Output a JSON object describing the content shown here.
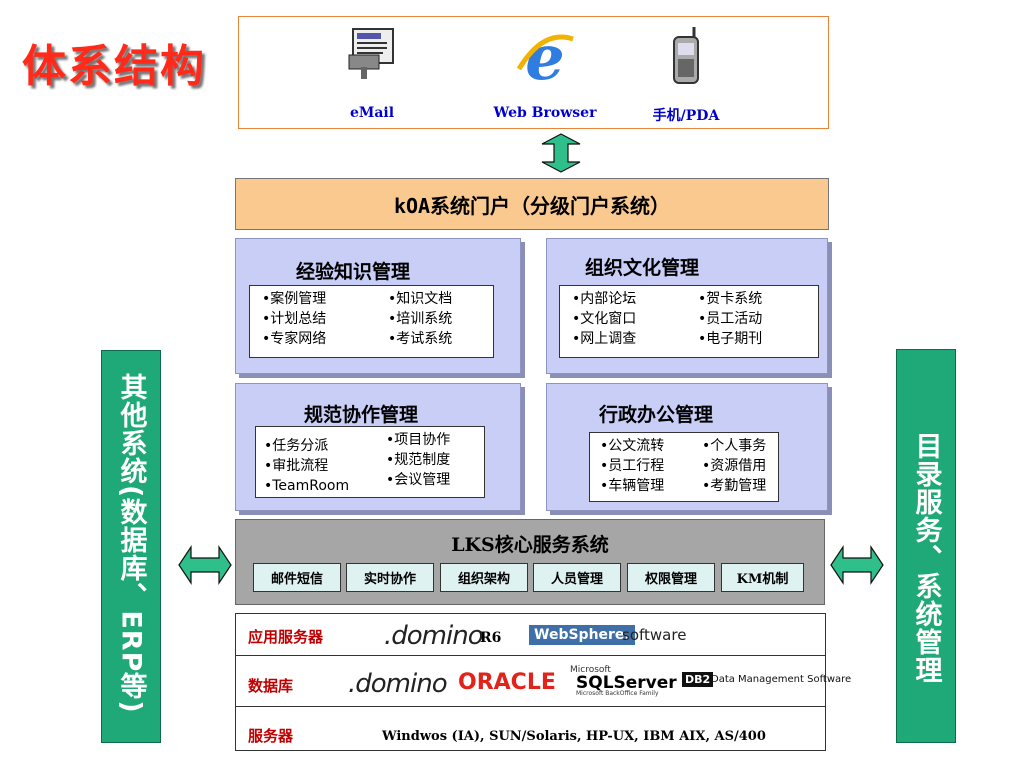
{
  "title": "体系结构",
  "clients": [
    {
      "label": "eMail",
      "icon": "email-icon"
    },
    {
      "label": "Web Browser",
      "icon": "ie-browser-icon"
    },
    {
      "label": "手机/PDA",
      "icon": "mobile-phone-icon"
    }
  ],
  "portal": "kOA系统门户（分级门户系统）",
  "modules": {
    "knowledge": {
      "title": "经验知识管理",
      "col1": "•案例管理\n•计划总结\n•专家网络",
      "col2": "•知识文档\n•培训系统\n•考试系统"
    },
    "culture": {
      "title": "组织文化管理",
      "col1": "•内部论坛\n•文化窗口\n•网上调查",
      "col2": "•贺卡系统\n•员工活动\n•电子期刊"
    },
    "collab": {
      "title": "规范协作管理",
      "col1": "•任务分派\n•审批流程\n•TeamRoom",
      "col2": "•项目协作\n•规范制度\n•会议管理"
    },
    "admin": {
      "title": "行政办公管理",
      "col1": "•公文流转\n•员工行程\n•车辆管理",
      "col2": "•个人事务\n•资源借用\n•考勤管理"
    }
  },
  "lks": {
    "title": "LKS核心服务系统",
    "items": [
      "邮件短信",
      "实时协作",
      "组织架构",
      "人员管理",
      "权限管理",
      "KM机制"
    ]
  },
  "platform": {
    "app_server_label": "应用服务器",
    "app_server_r6": "R6",
    "database_label": "数据库",
    "server_label": "服务器",
    "server_os": "Windwos (IA), SUN/Solaris, HP-UX, IBM AIX, AS/400",
    "logos": {
      "domino": ".domino",
      "websphere": "WebSphere.",
      "websphere_suffix": "software",
      "oracle": "ORACLE",
      "ms_small": "Microsoft",
      "sqlserver": "SQLServer",
      "sqlserver_sub": "Microsoft BackOffice Family",
      "db2_badge": "DB2",
      "db2_text": "Data Management Software"
    }
  },
  "side_left": "其他系统(数据库、ERP等)",
  "side_right": "目录服务、系统管理",
  "colors": {
    "title": "#ff2a1a",
    "portal": "#f9c990",
    "panel": "#c8cef6",
    "side": "#1fa878",
    "lks": "#a6a6a6",
    "module": "#dff2f2",
    "label_red": "#c00000",
    "client_label": "#0000cc"
  }
}
